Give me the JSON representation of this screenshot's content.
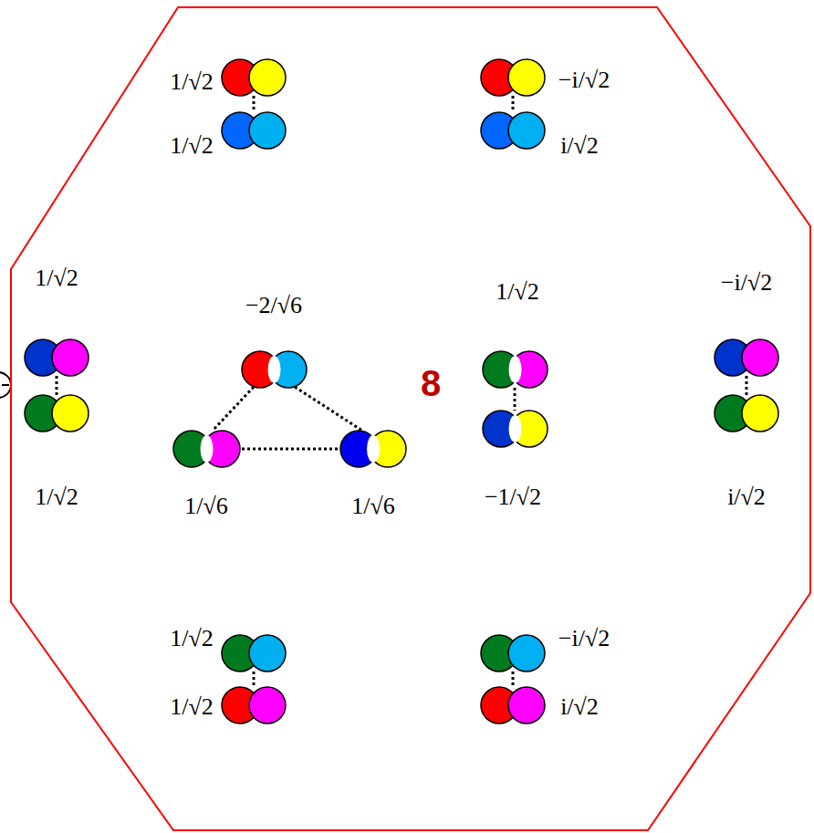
{
  "diagram": {
    "nodes": [
      {
        "text": [
          "8"
        ]
      }
    ],
    "labels": [
      "1/√2",
      "−i/√2",
      "1/√2",
      "i/√2",
      "1/√2",
      "−2/√6",
      "1/√2",
      "−i/√2",
      "1/√2",
      "1/√6",
      "1/√6",
      "−1/√2",
      "i/√2",
      "1/√2",
      "−i/√2",
      "1/√2",
      "i/√2"
    ]
  }
}
